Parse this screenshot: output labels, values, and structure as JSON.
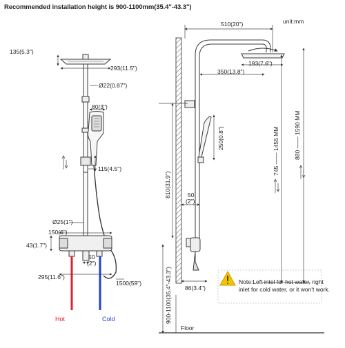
{
  "header": {
    "title": "Recommended installation height is 900-1100mm(35.4\"-43.3\")",
    "unit": "unit:mm"
  },
  "left_dims": {
    "head_height": "135(5.3\")",
    "head_diameter": "293(11.5\")",
    "pipe_diameter": "Ø22(0.87\")",
    "handheld_width": "80(3\")",
    "slider_gap": "115(4.5\")",
    "lower_pipe_diameter": "Ø25(1\")",
    "valve_depth": "150(6\")",
    "valve_height": "43(1.7\")",
    "spout_length": "50",
    "spout_length_in": "(2\")",
    "valve_width": "295(11.6\")",
    "hose_length": "1500(59\")"
  },
  "right_dims": {
    "arm_reach": "510(20\")",
    "head_size": "193(7.6\")",
    "arm_length": "350(13.8\")",
    "handheld_length": "250(0.8\")",
    "wall_to_pipe_upper": "810(31.9\")",
    "wall_offset": "50",
    "wall_offset_in": "(2\")",
    "slide_range": "745 —— 1455 MM",
    "total_range": "880 —— 1590 MM",
    "install_height": "900-1100(35.4\"-43.3\")",
    "base_depth": "86(3.4\")",
    "floor": "Floor"
  },
  "inlets": {
    "hot": "Hot",
    "cold": "Cold"
  },
  "note": {
    "text": "Note:Left intel for hot water, right inlet for cold water, or it won't work."
  },
  "colors": {
    "line": "#3a3a3a",
    "hot": "#e0202a",
    "cold": "#1f3fd6",
    "warning_fill": "#f5c400",
    "wall_hatch": "#555555"
  },
  "icons": {
    "warning": "warning-triangle-icon",
    "up_down": "double-arrow-vertical-icon",
    "rotate": "rotation-arrow-icon"
  }
}
